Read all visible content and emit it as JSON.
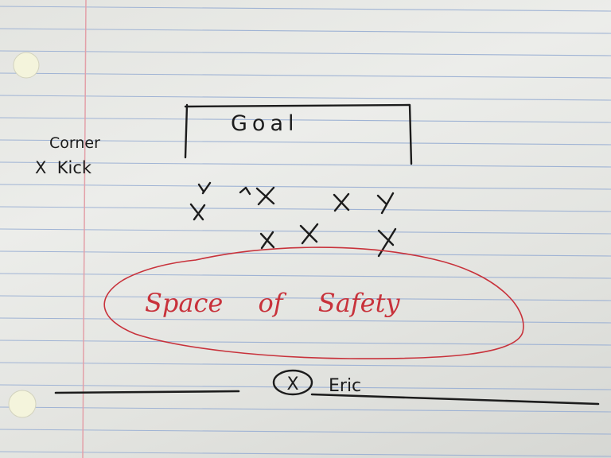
{
  "goal_label": "Goal",
  "corner_kick": {
    "line1": "Corner",
    "line2": "X  Kick"
  },
  "safety_zone_label": "Space of Safety",
  "player_label": "Eric",
  "player_marker": "X",
  "colors": {
    "ink": "#1c1c1c",
    "red_ink": "#c8323b",
    "ruling": "#9fb3d4",
    "margin": "#e3a0a8"
  }
}
